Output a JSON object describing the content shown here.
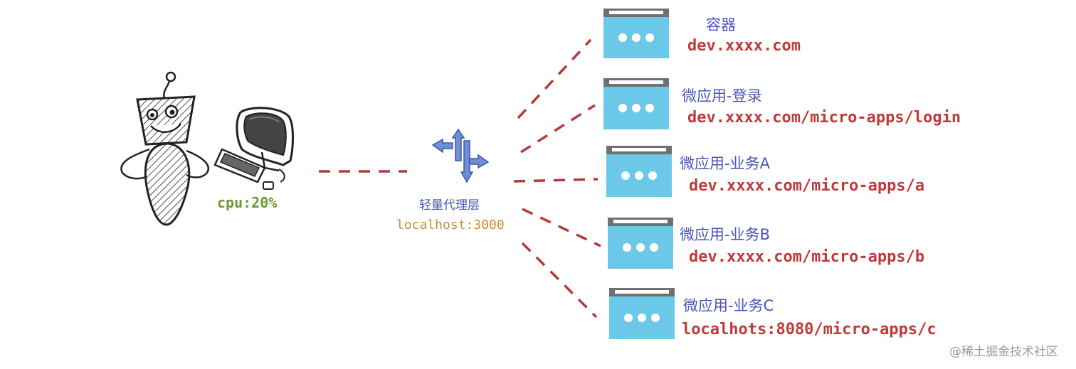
{
  "client": {
    "cpu_label": "cpu:20%"
  },
  "proxy": {
    "name": "轻量代理层",
    "address": "localhost:3000"
  },
  "apps": [
    {
      "title": "容器",
      "url": "dev.xxxx.com"
    },
    {
      "title": "微应用-登录",
      "url": "dev.xxxx.com/micro-apps/login"
    },
    {
      "title": "微应用-业务A",
      "url": "dev.xxxx.com/micro-apps/a"
    },
    {
      "title": "微应用-业务B",
      "url": "dev.xxxx.com/micro-apps/b"
    },
    {
      "title": "微应用-业务C",
      "url": "localhots:8080/micro-apps/c"
    }
  ],
  "watermark": "@稀土掘金技术社区",
  "colors": {
    "connector": "#b53a3a",
    "app_title": "#4a55b8",
    "app_url": "#c0393b",
    "cpu": "#6a9b2e",
    "proxy_name": "#4a55b8",
    "proxy_address": "#d08a2a",
    "window_body": "#6cc8e8",
    "window_bar": "#707070",
    "arrow": "#6e8fd8"
  }
}
